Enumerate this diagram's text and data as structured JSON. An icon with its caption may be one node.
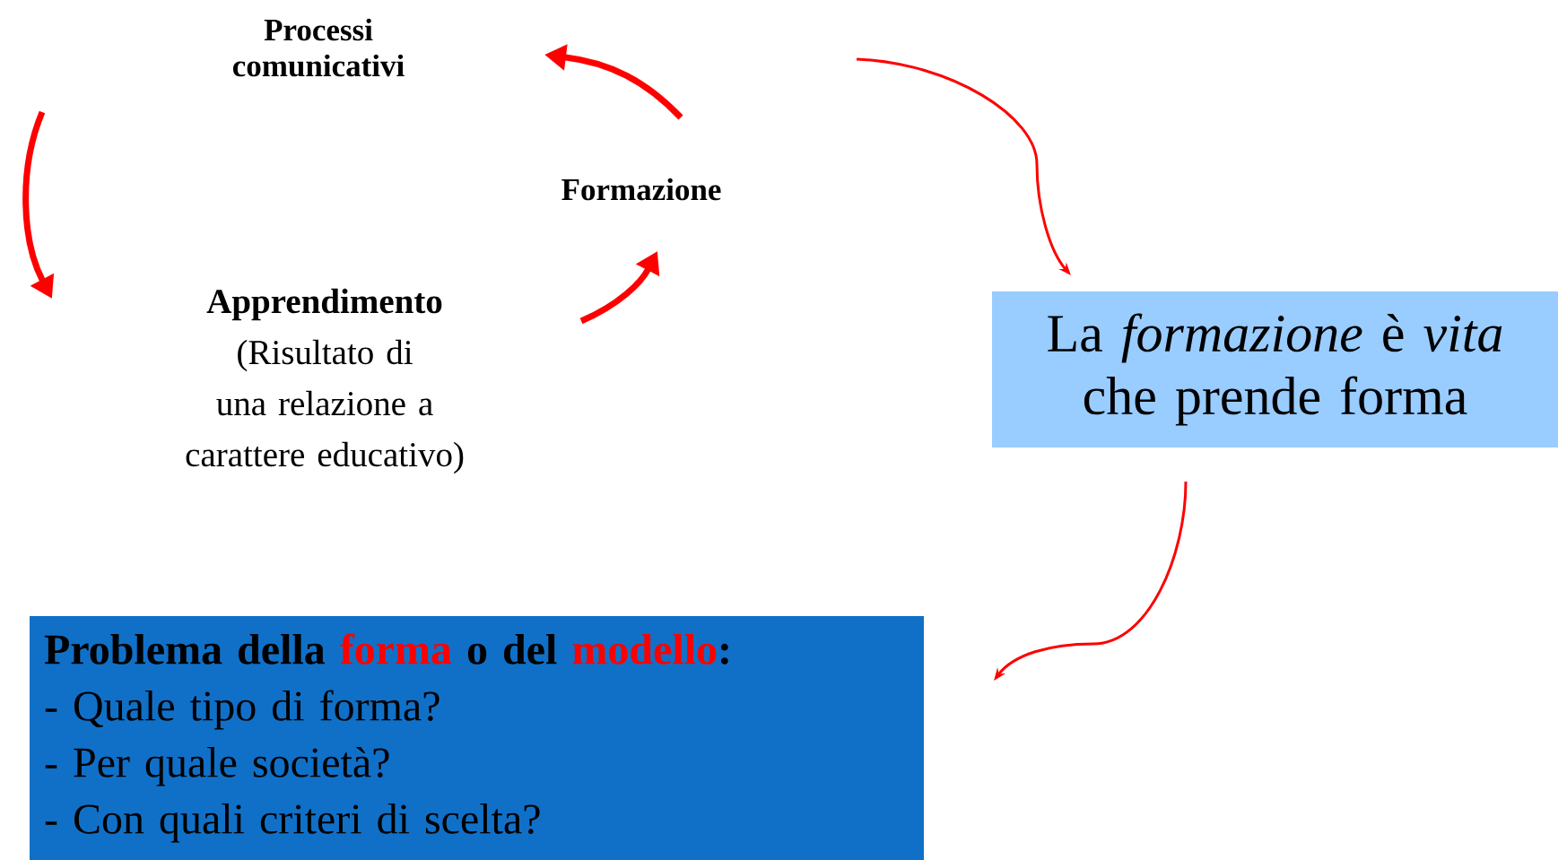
{
  "diagram": {
    "nodes": [
      {
        "text": [
          "Processi comunicativi"
        ]
      },
      {
        "text": [
          "Formazione"
        ]
      },
      {
        "text": [
          "Apprendimento",
          "(Risultato di una relazione a carattere educativo)"
        ]
      },
      {
        "text": [
          "La *formazione* è *vita* che prende forma"
        ]
      },
      {
        "text": [
          "Problema della *forma* o del *modello*:",
          "- Quale tipo di forma?",
          "- Per quale società?",
          "- Con quali criteri di scelta?"
        ]
      }
    ],
    "edges": [
      {
        "from": null,
        "to": 3,
        "arrow": "to"
      },
      {
        "from": 3,
        "to": 4,
        "arrow": "to"
      }
    ]
  }
}
